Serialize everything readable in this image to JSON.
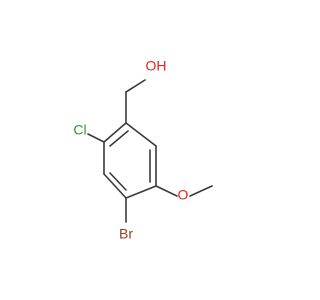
{
  "molecule": {
    "atoms": {
      "hydroxyl": {
        "label": "OH",
        "color": "#e2261c"
      },
      "chlorine": {
        "label": "Cl",
        "color": "#2f9c2f"
      },
      "bromine": {
        "label": "Br",
        "color": "#9c3b1f"
      },
      "methoxy_oxygen": {
        "label": "O",
        "color": "#e2261c"
      }
    },
    "bond_color": "#3a3a3a"
  }
}
